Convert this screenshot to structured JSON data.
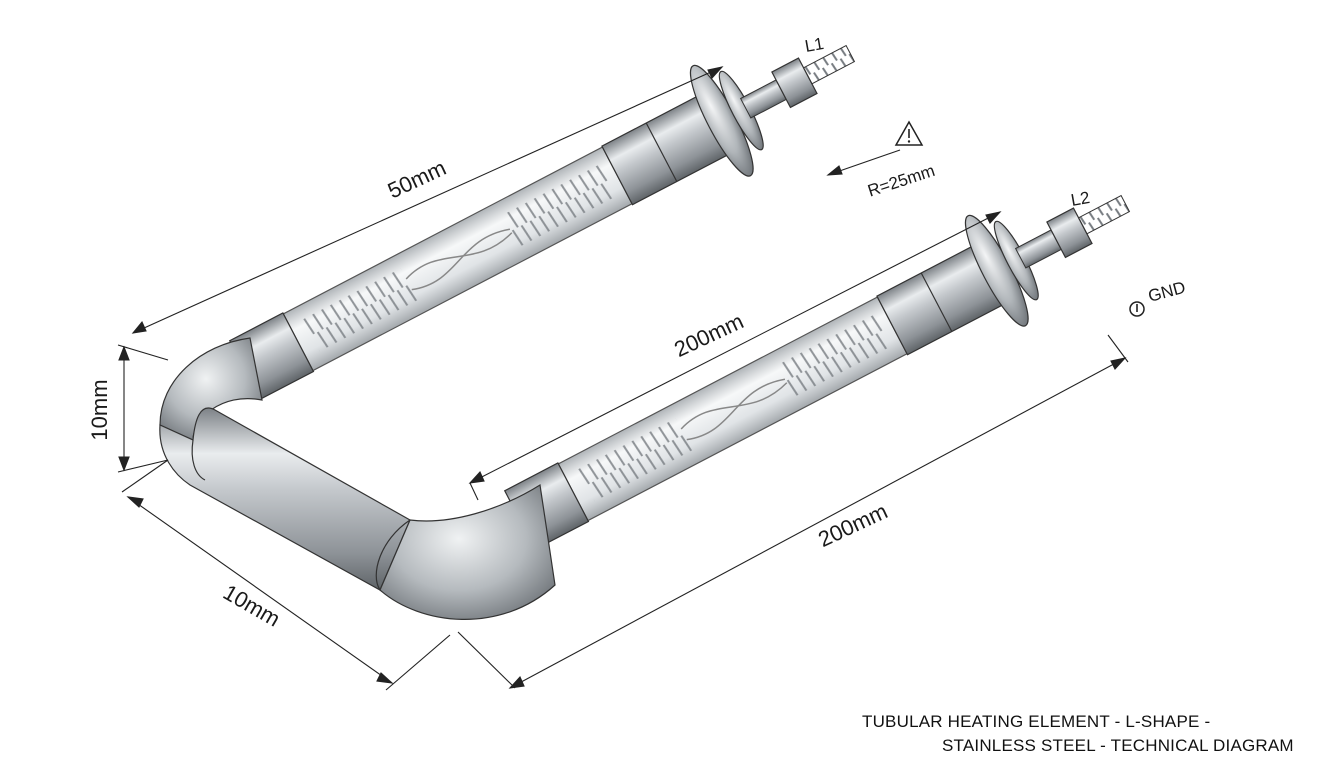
{
  "title_line1": "TUBULAR HEATING ELEMENT - L-SHAPE -",
  "title_line2": "STAINLESS STEEL - TECHNICAL DIAGRAM",
  "dimensions": {
    "top_length": "50mm",
    "inner_length": "200mm",
    "bottom_length": "200mm",
    "left_height": "10mm",
    "bottom_width": "10mm",
    "bend_radius": "R=25mm"
  },
  "terminals": {
    "terminal_1": "L1",
    "terminal_2": "L2",
    "ground": "GND"
  },
  "colors": {
    "steel_dark": "#6e7378",
    "steel_mid": "#b9bec3",
    "steel_light": "#eef0f2",
    "glass": "#dfe3e6",
    "line": "#222222"
  }
}
